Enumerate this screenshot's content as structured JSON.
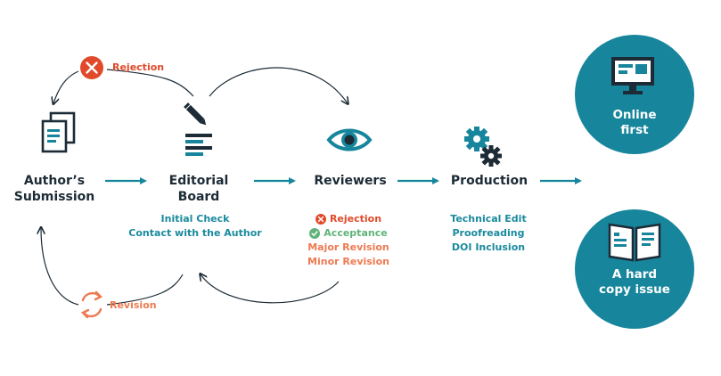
{
  "colors": {
    "teal": "#17869c",
    "dark": "#1c2b36",
    "red": "#e04a2a",
    "green": "#5fb479",
    "orange": "#ee7a52"
  },
  "stages": {
    "submission": {
      "line1": "Author’s",
      "line2": "Submission",
      "icon": "documents-icon"
    },
    "editorial": {
      "line1": "Editorial",
      "line2": "Board",
      "icon": "pencil-document-icon"
    },
    "reviewers": {
      "label": "Reviewers",
      "icon": "eye-icon"
    },
    "production": {
      "label": "Production",
      "icon": "gears-icon"
    }
  },
  "editorial_details": [
    "Initial Check",
    "Contact with the Author"
  ],
  "reviewer_outcomes": {
    "rejection": "Rejection",
    "acceptance": "Acceptance",
    "major": "Major Revision",
    "minor": "Minor Revision"
  },
  "production_details": [
    "Technical Edit",
    "Proofreading",
    "DOI Inclusion"
  ],
  "loops": {
    "rejection": "Rejection",
    "revision": "Revision"
  },
  "outputs": {
    "online": {
      "line1": "Online",
      "line2": "first",
      "icon": "monitor-icon"
    },
    "print": {
      "line1": "A hard",
      "line2": "copy issue",
      "icon": "open-book-icon"
    }
  }
}
